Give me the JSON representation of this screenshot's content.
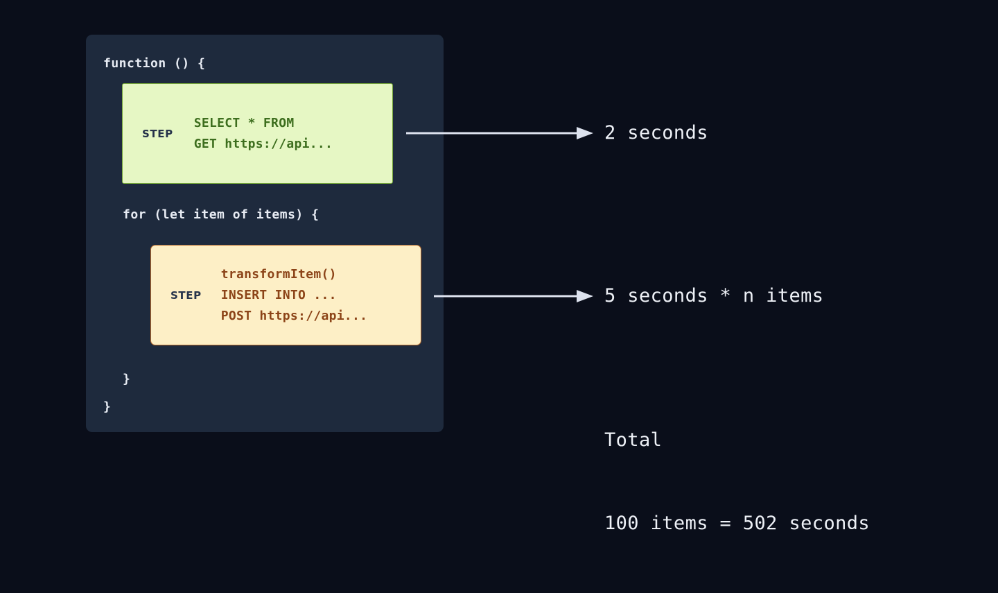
{
  "diagram": {
    "type": "code-annotation-diagram",
    "background_color": "#0a0e1a",
    "panel_color": "#1e2a3d"
  },
  "code_panel": {
    "function_header": "function () {",
    "for_header": "for (let item of items) {",
    "close_inner": "}",
    "close_outer": "}"
  },
  "steps": [
    {
      "badge": "STEP",
      "lines": "SELECT * FROM\nGET https://api...",
      "fill_color": "#e6f7c4",
      "border_color": "#76a83a",
      "text_color": "#3d6e1e"
    },
    {
      "badge": "STEP",
      "lines": "transformItem()\nINSERT INTO ...\nPOST https://api...",
      "fill_color": "#fdefc6",
      "border_color": "#b5682a",
      "text_color": "#8c4418"
    }
  ],
  "annotations": [
    {
      "text": "2 seconds"
    },
    {
      "text": "5 seconds * n items"
    }
  ],
  "total": {
    "label": "Total",
    "value": "100 items = 502 seconds"
  },
  "arrow_color": "#dde2ee"
}
